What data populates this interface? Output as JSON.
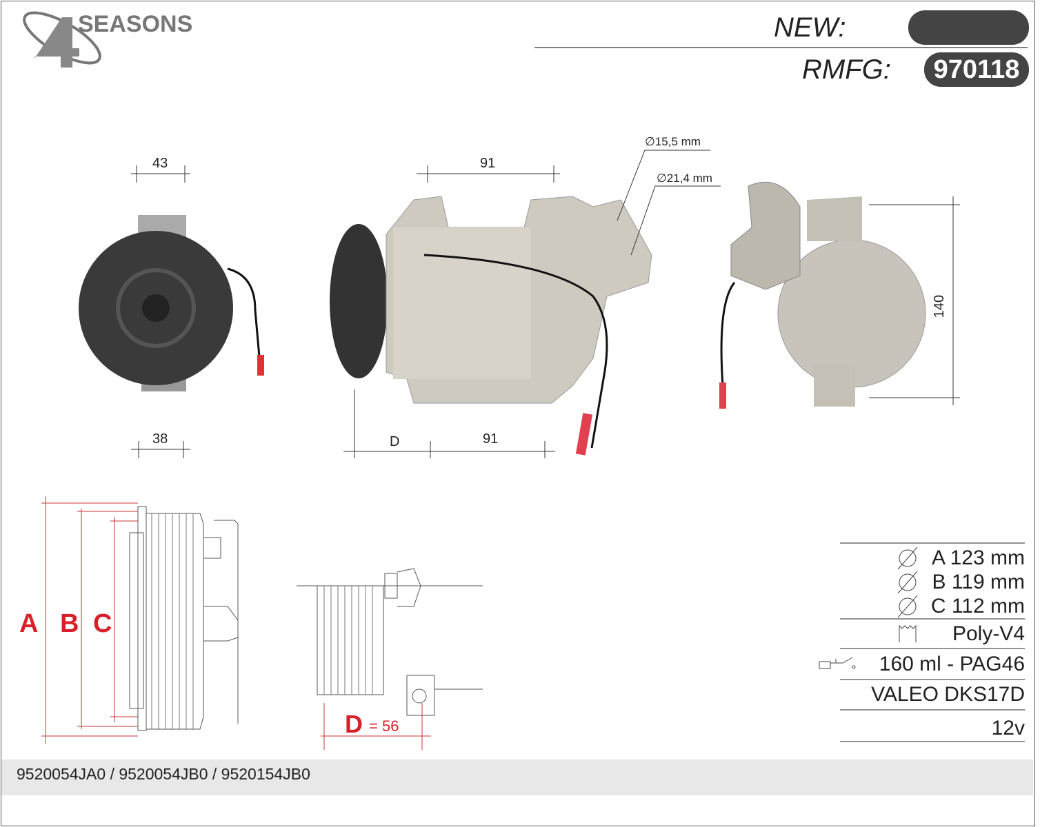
{
  "logo": {
    "text": "SEASONS",
    "numeral": "4"
  },
  "header": {
    "new_label": "NEW:",
    "new_value": "",
    "rmfg_label": "RMFG:",
    "rmfg_value": "970118"
  },
  "dimensions": {
    "front_top": "43",
    "front_bottom": "38",
    "side_top": "91",
    "side_bottom_d": "D",
    "side_bottom": "91",
    "port1": "∅15,5 mm",
    "port2": "∅21,4 mm",
    "rear_height": "140"
  },
  "pulley_drawing": {
    "label_a": "A",
    "label_b": "B",
    "label_c": "C",
    "label_d": "D",
    "d_value": "= 56"
  },
  "specs": {
    "a": "A 123 mm",
    "b": "B 119 mm",
    "c": "C 112 mm",
    "belt": "Poly-V4",
    "oil": "160 ml - PAG46",
    "model": "VALEO DKS17D",
    "voltage": "12v"
  },
  "footer": {
    "oem_numbers": "9520054JA0 / 9520054JB0 / 9520154JB0"
  },
  "colors": {
    "accent_red": "#d8202a",
    "pill": "#444444"
  }
}
